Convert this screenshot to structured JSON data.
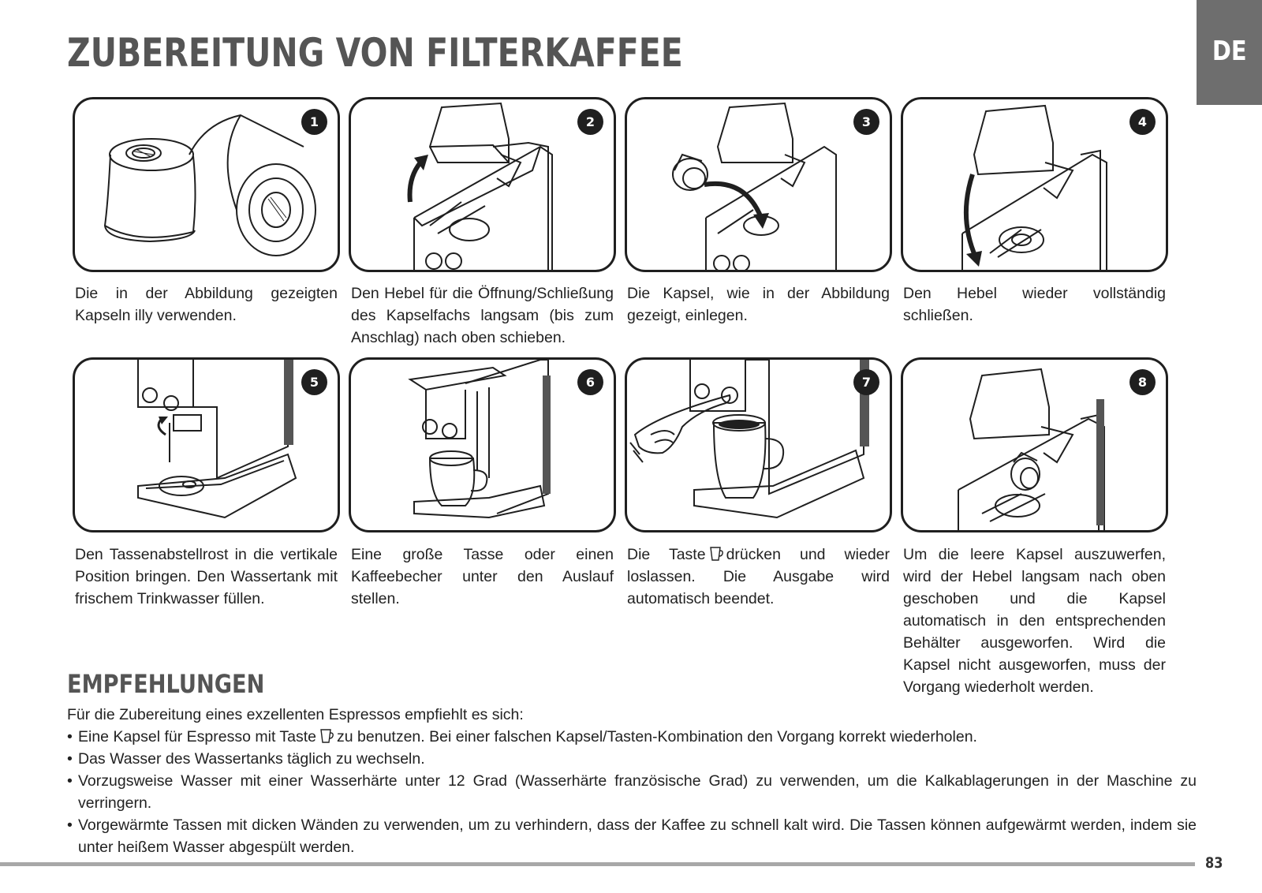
{
  "page": {
    "title": "ZUBEREITUNG VON FILTERKAFFEE",
    "language_tab": "DE",
    "page_number": "83"
  },
  "steps": [
    {
      "number": "1",
      "illustration": "capsules-illustration",
      "caption": "Die in der Abbildung gezeigten Kapseln illy verwenden."
    },
    {
      "number": "2",
      "illustration": "lever-up-illustration",
      "caption": "Den Hebel für die Öffnung/Schließung des Kapselfachs langsam (bis zum Anschlag) nach oben schieben."
    },
    {
      "number": "3",
      "illustration": "insert-capsule-illustration",
      "caption": "Die Kapsel, wie in der Abbildung gezeigt, einlegen."
    },
    {
      "number": "4",
      "illustration": "lever-close-illustration",
      "caption": "Den Hebel wieder vollständig schließen."
    },
    {
      "number": "5",
      "illustration": "cup-rest-illustration",
      "caption": "Den Tassenabstellrost in die vertikale Position bringen. Den Wassertank mit frischem Trink­wasser füllen."
    },
    {
      "number": "6",
      "illustration": "large-cup-illustration",
      "caption": "Eine große Tasse oder einen Kaffeebecher unter den Auslauf stellen."
    },
    {
      "number": "7",
      "illustration": "press-button-illustration",
      "caption_before": "Die Taste",
      "caption_after": "drücken und wieder loslassen. Die Ausgabe wird automatisch beendet."
    },
    {
      "number": "8",
      "illustration": "eject-capsule-illustration",
      "caption": "Um die leere Kapsel auszuwerfen, wird der Hebel langsam nach oben geschoben und die Kapsel automatisch in den entsprechenden Behälter ausgeworfen. Wird die Kapsel nicht ausgeworfen, muss der Vorgang wiederholt werden."
    }
  ],
  "recommendations": {
    "title": "EMPFEHLUNGEN",
    "intro": "Für die Zubereitung eines exzellenten Espressos empfiehlt es sich:",
    "item1_before": "Eine Kapsel für Espresso mit Taste",
    "item1_after": "zu benutzen. Bei einer falschen Kapsel/Tasten-Kombination den Vorgang korrekt wiederholen.",
    "item2": "Das Wasser des Wassertanks täglich zu wechseln.",
    "item3": "Vorzugsweise Wasser mit einer Wasserhärte unter 12 Grad (Wasserhärte französische Grad) zu verwenden, um die Kalkablagerungen in der Maschine zu verringern.",
    "item4": "Vorgewärmte Tassen mit dicken Wänden zu verwenden, um zu verhindern, dass der Kaffee zu schnell kalt wird. Die Tassen können aufgewärmt werden, indem sie unter heißem Wasser abgespült werden."
  },
  "icons": {
    "large_cup_button": "large-cup-icon"
  },
  "colors": {
    "heading": "#555555",
    "tab": "#6e6e6e",
    "rule": "#a8a8a8"
  }
}
